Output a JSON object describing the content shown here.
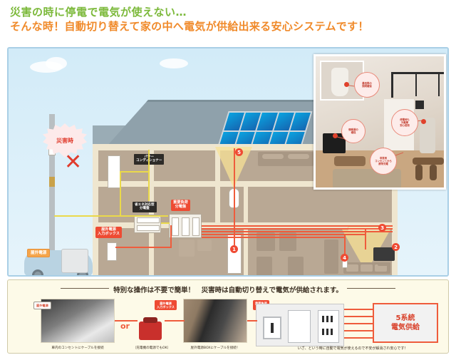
{
  "headline": {
    "line1": "災害の時に停電で電気が使えない…",
    "line2": "そんな時！自動切り替えて家の中へ電気が供給出来る安心システムです！",
    "color1": "#7cb93b",
    "color2": "#f08a2a"
  },
  "diagram": {
    "disaster_burst": "災害時",
    "x_mark": "✕",
    "outdoor_power_label": "屋外電源",
    "power_conditioner_label": "パワー\nコンディショナー",
    "energy_saving_panel_label": "省エネ対応型\n分電盤",
    "critical_load_panel_label": "重要負荷\n分電盤",
    "outdoor_input_box_label": "屋外電源\n入力ボックス",
    "markers": [
      {
        "id": "1",
        "value": "1"
      },
      {
        "id": "2",
        "value": "2"
      },
      {
        "id": "3",
        "value": "3"
      },
      {
        "id": "4",
        "value": "4"
      },
      {
        "id": "5",
        "value": "5"
      }
    ],
    "marker_color": "#ef4a33"
  },
  "photo_inset": {
    "bubbles": [
      {
        "text": "最低限の\n照明確保"
      },
      {
        "text": "停電時も\n冷蔵庫\n安心使用"
      },
      {
        "text": "情報源の\n確保"
      },
      {
        "text": "非常用\nコンセントから\n携帯充電"
      }
    ]
  },
  "bottom": {
    "title": "特別な操作は不要で簡単！　災害時は自動切り替えで電気が供給されます。",
    "left_label": "屋外電源",
    "mid_label": "屋外電源\n入力ボックス",
    "panel_label": "重要負荷\n分電盤",
    "or_text": "or",
    "captions": [
      "車内のコンセントにケーブルを接続",
      "（充電機の電源でもOK）",
      "屋外電源BOXにケーブルを接続！"
    ],
    "supply_box": {
      "line1": "5系統",
      "line2": "電気供給",
      "color": "#d9402a"
    },
    "note": "いざ、という時に自動で電気が使えるので不安が解消され安心です！"
  }
}
